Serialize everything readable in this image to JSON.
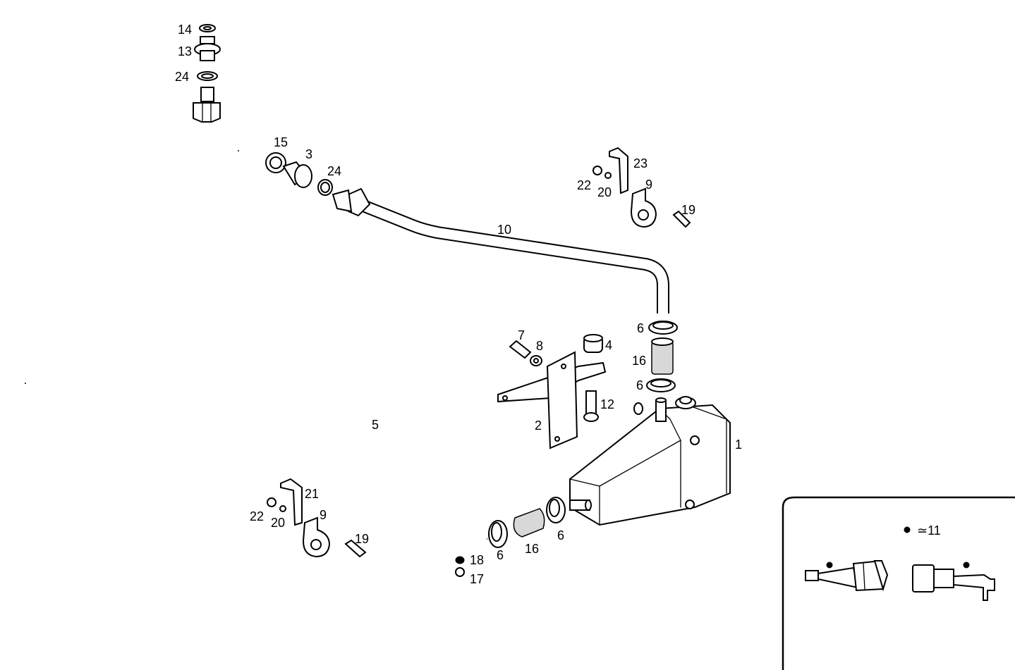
{
  "labels": {
    "p1": "1",
    "p2": "2",
    "p3": "3",
    "p4": "4",
    "p5": "5",
    "p6a": "6",
    "p6b": "6",
    "p6c": "6",
    "p6d": "6",
    "p7": "7",
    "p8": "8",
    "p9a": "9",
    "p9b": "9",
    "p10": "10",
    "p12": "12",
    "p13": "13",
    "p14": "14",
    "p15": "15",
    "p16a": "16",
    "p16b": "16",
    "p17": "17",
    "p18": "18",
    "p19a": "19",
    "p19b": "19",
    "p20a": "20",
    "p20b": "20",
    "p21": "21",
    "p22a": "22",
    "p22b": "22",
    "p23": "23",
    "p24a": "24",
    "p24b": "24"
  },
  "inset": {
    "legend": "≃11"
  }
}
